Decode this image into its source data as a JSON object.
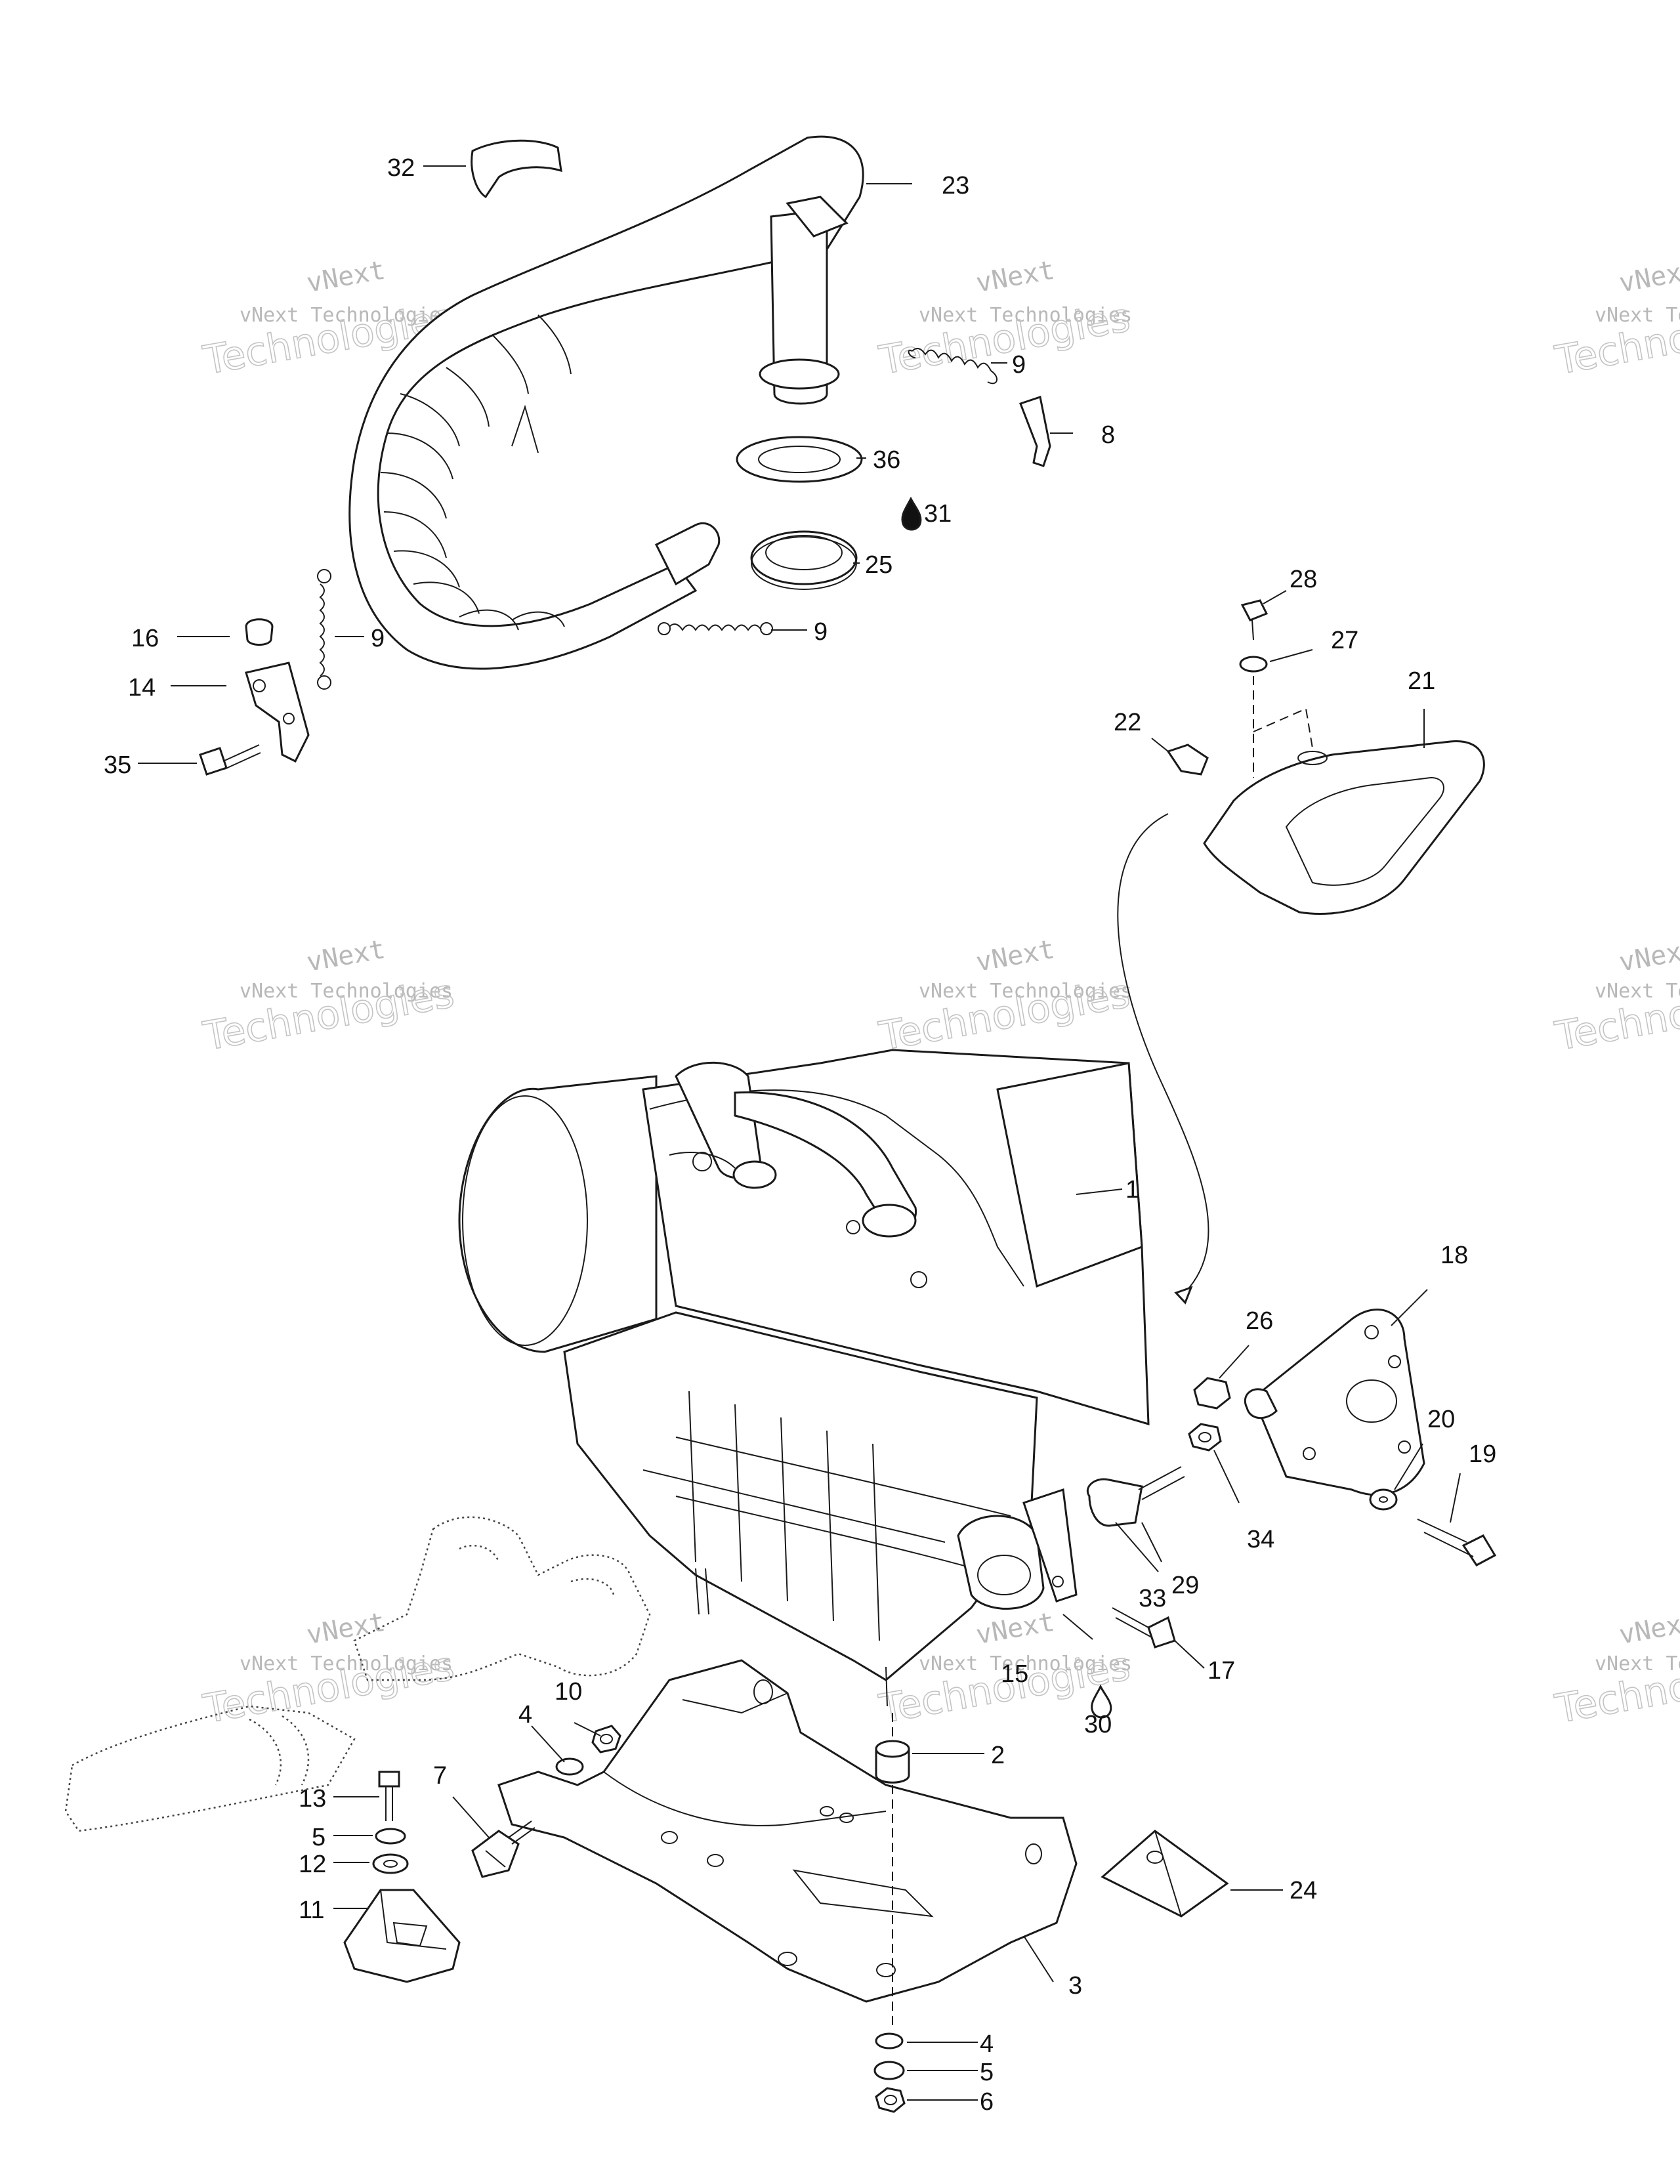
{
  "watermark": {
    "brand": "vNext",
    "line": "vNext Technologies",
    "word": "Technologies"
  },
  "callouts": [
    {
      "id": "p32",
      "label": "32"
    },
    {
      "id": "p23",
      "label": "23"
    },
    {
      "id": "p9a",
      "label": "9"
    },
    {
      "id": "p8",
      "label": "8"
    },
    {
      "id": "p36",
      "label": "36"
    },
    {
      "id": "p31",
      "label": "31"
    },
    {
      "id": "p25",
      "label": "25"
    },
    {
      "id": "p9b",
      "label": "9"
    },
    {
      "id": "p16",
      "label": "16"
    },
    {
      "id": "p9c",
      "label": "9"
    },
    {
      "id": "p14",
      "label": "14"
    },
    {
      "id": "p35",
      "label": "35"
    },
    {
      "id": "p28",
      "label": "28"
    },
    {
      "id": "p27",
      "label": "27"
    },
    {
      "id": "p21",
      "label": "21"
    },
    {
      "id": "p22",
      "label": "22"
    },
    {
      "id": "p1",
      "label": "1"
    },
    {
      "id": "p18",
      "label": "18"
    },
    {
      "id": "p26",
      "label": "26"
    },
    {
      "id": "p20",
      "label": "20"
    },
    {
      "id": "p19",
      "label": "19"
    },
    {
      "id": "p34",
      "label": "34"
    },
    {
      "id": "p29",
      "label": "29"
    },
    {
      "id": "p33",
      "label": "33"
    },
    {
      "id": "p17",
      "label": "17"
    },
    {
      "id": "p15",
      "label": "15"
    },
    {
      "id": "p30",
      "label": "30"
    },
    {
      "id": "p10",
      "label": "10"
    },
    {
      "id": "p4a",
      "label": "4"
    },
    {
      "id": "p2",
      "label": "2"
    },
    {
      "id": "p7",
      "label": "7"
    },
    {
      "id": "p13",
      "label": "13"
    },
    {
      "id": "p5a",
      "label": "5"
    },
    {
      "id": "p12",
      "label": "12"
    },
    {
      "id": "p11",
      "label": "11"
    },
    {
      "id": "p24",
      "label": "24"
    },
    {
      "id": "p3",
      "label": "3"
    },
    {
      "id": "p4b",
      "label": "4"
    },
    {
      "id": "p5b",
      "label": "5"
    },
    {
      "id": "p6",
      "label": "6"
    }
  ]
}
